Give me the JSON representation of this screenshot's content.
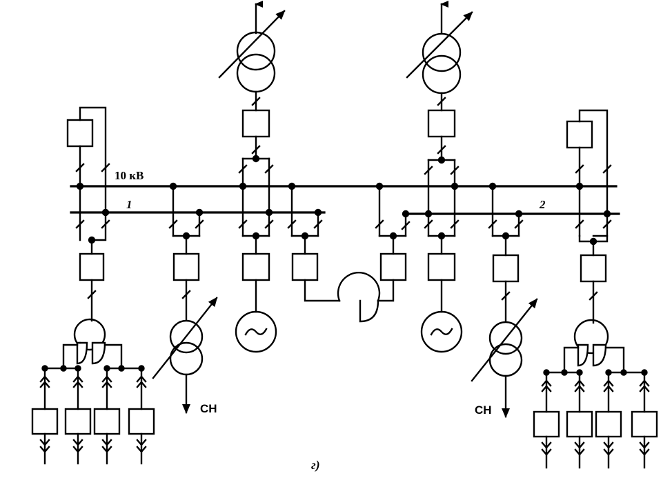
{
  "labels": {
    "voltage": "10 кВ",
    "section1": "1",
    "section2": "2",
    "aux_left": "СН",
    "aux_right": "СН",
    "caption": "г)"
  },
  "icons": {
    "generator": "generator-tilde-circle",
    "transformer": "two-winding-transformer",
    "regulated": "adjustable-arrow",
    "reactor": "current-limiting-reactor",
    "switchgear": "circuit-breaker-box",
    "disconnector": "disconnector-slash"
  },
  "colors": {
    "ink": "#000000",
    "paper": "#ffffff"
  }
}
